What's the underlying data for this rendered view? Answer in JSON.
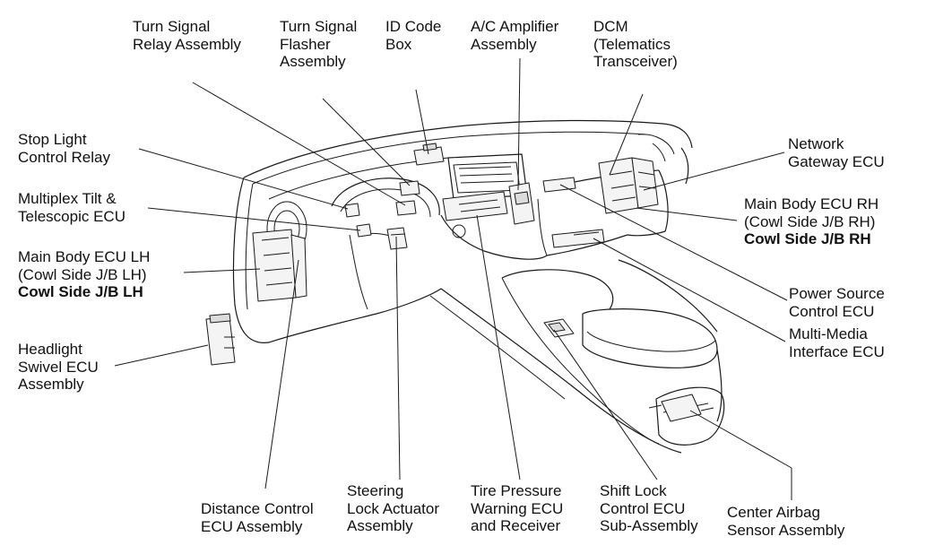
{
  "labels": {
    "turn_signal_relay": [
      "Turn Signal",
      "Relay Assembly"
    ],
    "turn_signal_flasher": [
      "Turn Signal",
      "Flasher",
      "Assembly"
    ],
    "id_code_box": [
      "ID Code",
      "Box"
    ],
    "ac_amplifier": [
      "A/C Amplifier",
      "Assembly"
    ],
    "dcm": [
      "DCM",
      "(Telematics",
      "Transceiver)"
    ],
    "stop_light_relay": [
      "Stop Light",
      "Control Relay"
    ],
    "multiplex_tilt": [
      "Multiplex Tilt &",
      "Telescopic ECU"
    ],
    "main_body_lh": [
      "Main Body ECU LH",
      "(Cowl Side J/B LH)",
      "Cowl Side J/B LH"
    ],
    "headlight_swivel": [
      "Headlight",
      "Swivel ECU",
      "Assembly"
    ],
    "network_gateway": [
      "Network",
      "Gateway ECU"
    ],
    "main_body_rh": [
      "Main Body ECU RH",
      "(Cowl Side J/B RH)",
      "Cowl Side J/B RH"
    ],
    "power_source": [
      "Power Source",
      "Control ECU"
    ],
    "multi_media": [
      "Multi-Media",
      "Interface ECU"
    ],
    "distance_control": [
      "Distance Control",
      "ECU Assembly"
    ],
    "steering_lock": [
      "Steering",
      "Lock Actuator",
      "Assembly"
    ],
    "tire_pressure": [
      "Tire Pressure",
      "Warning ECU",
      "and Receiver"
    ],
    "shift_lock": [
      "Shift Lock",
      "Control ECU",
      "Sub-Assembly"
    ],
    "center_airbag": [
      "Center Airbag",
      "Sensor Assembly"
    ]
  }
}
